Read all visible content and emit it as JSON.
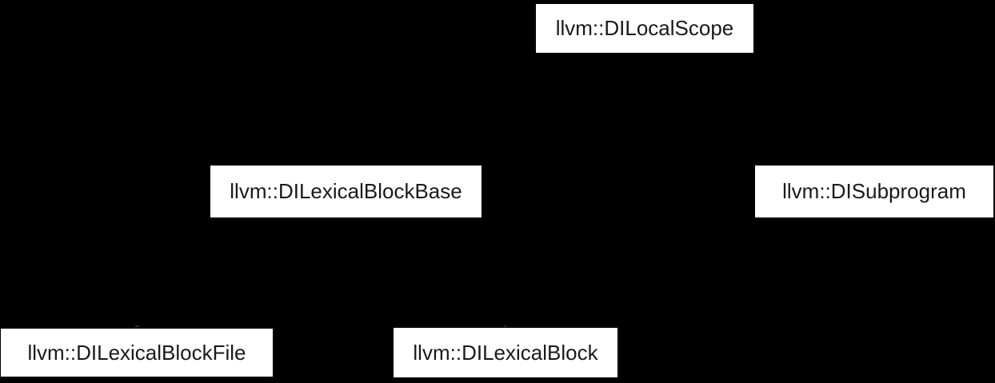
{
  "diagram": {
    "type": "class-inheritance-graph",
    "background_color": "#000000",
    "node_fill_color": "#ffffff",
    "node_text_color": "#1a1a1a",
    "edge_color": "#000000",
    "nodes": [
      {
        "id": "DILocalScope",
        "label": "llvm::DILocalScope"
      },
      {
        "id": "DILexicalBlockBase",
        "label": "llvm::DILexicalBlockBase"
      },
      {
        "id": "DISubprogram",
        "label": "llvm::DISubprogram"
      },
      {
        "id": "DILexicalBlockFile",
        "label": "llvm::DILexicalBlockFile"
      },
      {
        "id": "DILexicalBlock",
        "label": "llvm::DILexicalBlock"
      }
    ],
    "edges": [
      {
        "from": "llvm::DILexicalBlockBase",
        "to": "llvm::DILocalScope"
      },
      {
        "from": "llvm::DISubprogram",
        "to": "llvm::DILocalScope"
      },
      {
        "from": "llvm::DILexicalBlockFile",
        "to": "llvm::DILexicalBlockBase"
      },
      {
        "from": "llvm::DILexicalBlock",
        "to": "llvm::DILexicalBlockBase"
      }
    ]
  }
}
